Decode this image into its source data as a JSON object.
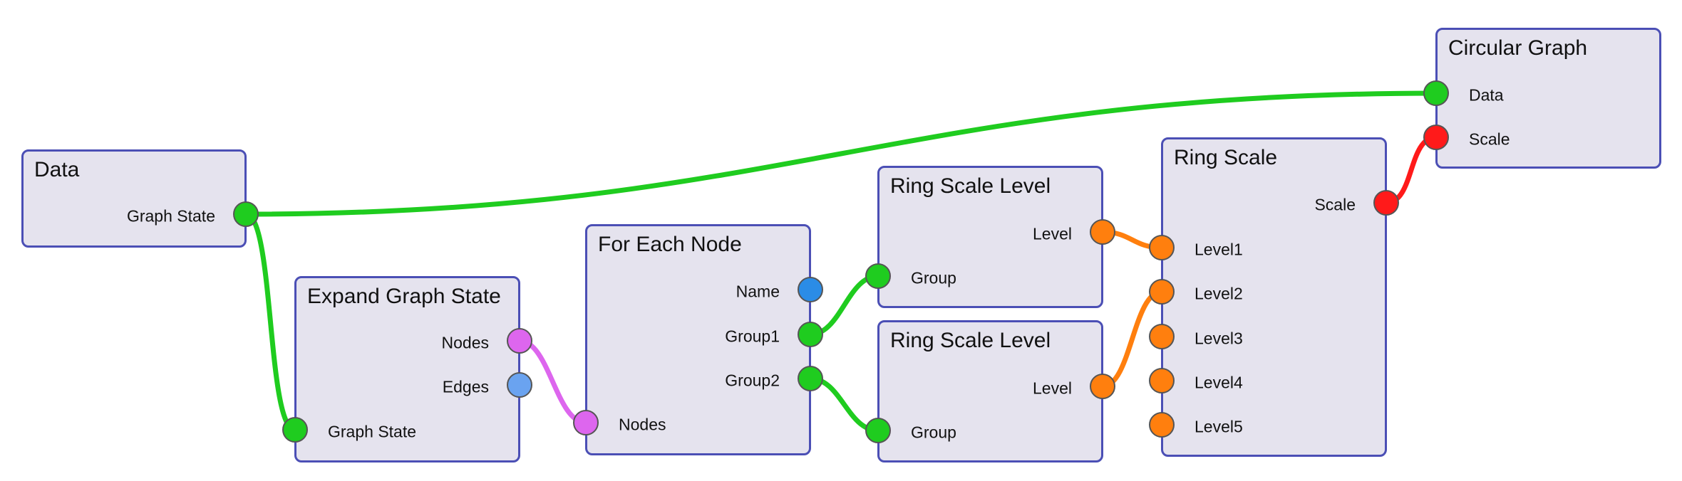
{
  "colors": {
    "node_fill": "#e5e3ee",
    "node_border": "#4b4fb5",
    "green": "#1fcc1f",
    "magenta": "#dd66ee",
    "orange": "#ff7f0e",
    "red": "#ff1a1a",
    "blue": "#2b8ce6",
    "light_blue": "#6aa3f0"
  },
  "nodes": [
    {
      "id": "data",
      "title": "Data",
      "outputs": [
        {
          "label": "Graph State",
          "color": "green"
        }
      ],
      "inputs": []
    },
    {
      "id": "expand",
      "title": "Expand Graph State",
      "outputs": [
        {
          "label": "Nodes",
          "color": "magenta"
        },
        {
          "label": "Edges",
          "color": "light_blue"
        }
      ],
      "inputs": [
        {
          "label": "Graph State",
          "color": "green"
        }
      ]
    },
    {
      "id": "foreach",
      "title": "For Each Node",
      "outputs": [
        {
          "label": "Name",
          "color": "blue"
        },
        {
          "label": "Group1",
          "color": "green"
        },
        {
          "label": "Group2",
          "color": "green"
        }
      ],
      "inputs": [
        {
          "label": "Nodes",
          "color": "magenta"
        }
      ]
    },
    {
      "id": "rsl1",
      "title": "Ring Scale Level",
      "outputs": [
        {
          "label": "Level",
          "color": "orange"
        }
      ],
      "inputs": [
        {
          "label": "Group",
          "color": "green"
        }
      ]
    },
    {
      "id": "rsl2",
      "title": "Ring Scale Level",
      "outputs": [
        {
          "label": "Level",
          "color": "orange"
        }
      ],
      "inputs": [
        {
          "label": "Group",
          "color": "green"
        }
      ]
    },
    {
      "id": "ringscale",
      "title": "Ring Scale",
      "outputs": [
        {
          "label": "Scale",
          "color": "red"
        }
      ],
      "inputs": [
        {
          "label": "Level1",
          "color": "orange"
        },
        {
          "label": "Level2",
          "color": "orange"
        },
        {
          "label": "Level3",
          "color": "orange"
        },
        {
          "label": "Level4",
          "color": "orange"
        },
        {
          "label": "Level5",
          "color": "orange"
        }
      ]
    },
    {
      "id": "circular",
      "title": "Circular Graph",
      "outputs": [],
      "inputs": [
        {
          "label": "Data",
          "color": "green"
        },
        {
          "label": "Scale",
          "color": "red"
        }
      ]
    }
  ],
  "edges": [
    {
      "from": "data.out.0",
      "to": "circular.in.0",
      "color": "green"
    },
    {
      "from": "data.out.0",
      "to": "expand.in.0",
      "color": "green"
    },
    {
      "from": "expand.out.0",
      "to": "foreach.in.0",
      "color": "magenta"
    },
    {
      "from": "foreach.out.1",
      "to": "rsl1.in.0",
      "color": "green"
    },
    {
      "from": "foreach.out.2",
      "to": "rsl2.in.0",
      "color": "green"
    },
    {
      "from": "rsl1.out.0",
      "to": "ringscale.in.0",
      "color": "orange"
    },
    {
      "from": "rsl2.out.0",
      "to": "ringscale.in.1",
      "color": "orange"
    },
    {
      "from": "ringscale.out.0",
      "to": "circular.in.1",
      "color": "red"
    }
  ]
}
